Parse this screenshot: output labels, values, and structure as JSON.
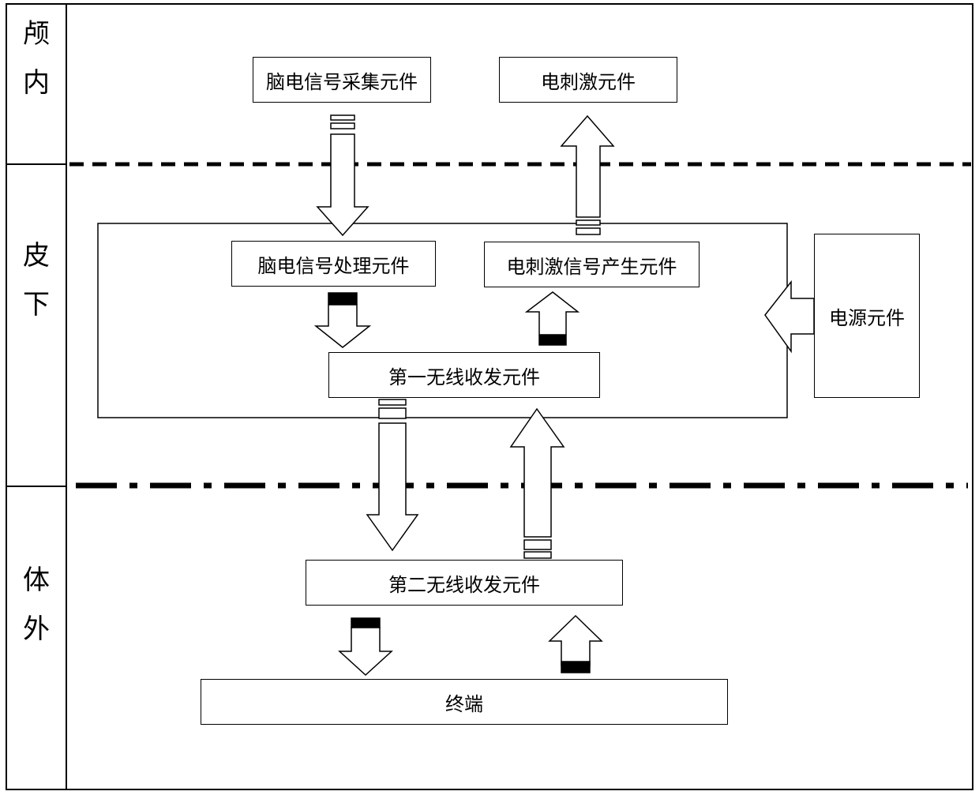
{
  "zones": {
    "intracranial": "颅\n内",
    "subcutaneous": "皮\n下",
    "external": "体\n外"
  },
  "components": {
    "eeg_acquisition": "脑电信号采集元件",
    "electrical_stimulation": "电刺激元件",
    "eeg_processing": "脑电信号处理元件",
    "stim_signal_generator": "电刺激信号产生元件",
    "first_transceiver": "第一无线收发元件",
    "power_supply": "电源元件",
    "second_transceiver": "第二无线收发元件",
    "terminal": "终端"
  }
}
